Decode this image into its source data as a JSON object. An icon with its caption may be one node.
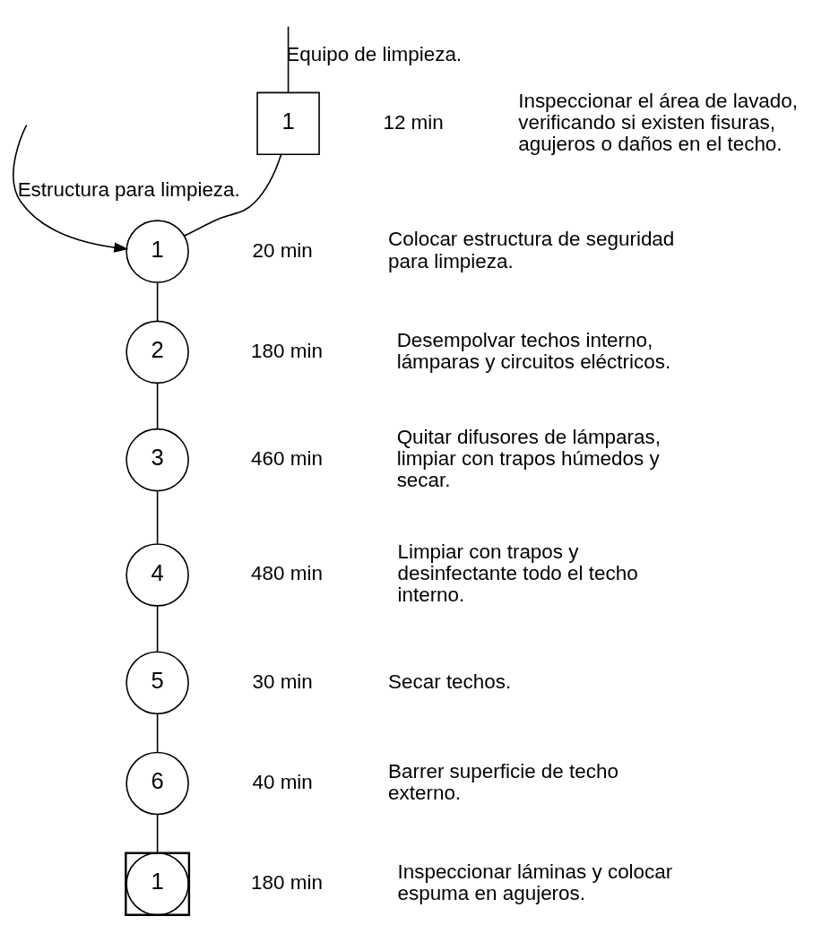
{
  "diagram": {
    "nodes": [
      {
        "text": [
          "1"
        ],
        "beside": [
          "12 min",
          "Inspeccionar el área de lavado, verificando si existen fisuras, agujeros o daños en el techo."
        ]
      },
      {
        "text": [
          "1"
        ],
        "beside": [
          "20 min",
          "Colocar estructura de seguridad para limpieza."
        ]
      },
      {
        "text": [
          "2"
        ],
        "beside": [
          "180 min",
          "Desempolvar techos interno, lámparas y circuitos eléctricos."
        ]
      },
      {
        "text": [
          "3"
        ],
        "beside": [
          "460 min",
          "Quitar difusores de lámparas, limpiar con trapos húmedos y secar."
        ]
      },
      {
        "text": [
          "4"
        ],
        "beside": [
          "480 min",
          "Limpiar con trapos y desinfectante todo el techo interno."
        ]
      },
      {
        "text": [
          "5"
        ],
        "beside": [
          "30 min",
          "Secar techos."
        ]
      },
      {
        "text": [
          "6"
        ],
        "beside": [
          "40 min",
          "Barrer superficie de techo externo."
        ]
      },
      {
        "text": [],
        "shape": "box",
        "beside": [
          "180 min",
          "Inspeccionar láminas y colocar espuma en agujeros."
        ]
      },
      {
        "text": [
          "1"
        ],
        "in": 7
      }
    ],
    "edges": [
      {
        "from": null,
        "to": 0,
        "arrow": "none",
        "label": "Equipo de limpieza."
      },
      {
        "from": null,
        "to": 1,
        "arrow": "to",
        "label": "Estructura para limpieza."
      },
      {
        "from": 0,
        "to": 1,
        "arrow": "none"
      },
      {
        "from": 1,
        "to": 2,
        "arrow": "none"
      },
      {
        "from": 2,
        "to": 3,
        "arrow": "none"
      },
      {
        "from": 3,
        "to": 4,
        "arrow": "none"
      },
      {
        "from": 4,
        "to": 5,
        "arrow": "none"
      },
      {
        "from": 5,
        "to": 6,
        "arrow": "none"
      },
      {
        "from": 6,
        "to": 8,
        "arrow": "none"
      }
    ]
  }
}
